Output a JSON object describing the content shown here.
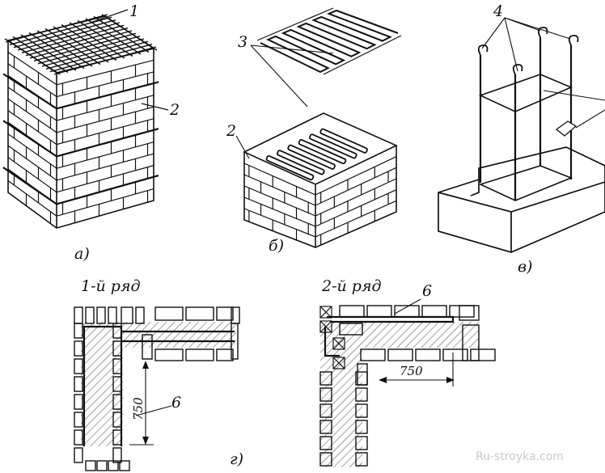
{
  "figure": {
    "callouts": {
      "n1": "1",
      "n2a": "2",
      "n2b": "2",
      "n3": "3",
      "n4": "4",
      "n6a": "6",
      "n6b": "6"
    },
    "captions": {
      "a": "а)",
      "b": "б)",
      "v": "в)",
      "g": "г)"
    },
    "rows": {
      "row1": "1-й ряд",
      "row2": "2-й ряд"
    },
    "dimensions": {
      "d1": "750",
      "d2": "750"
    },
    "watermark": "Ru-stroyka.com"
  }
}
